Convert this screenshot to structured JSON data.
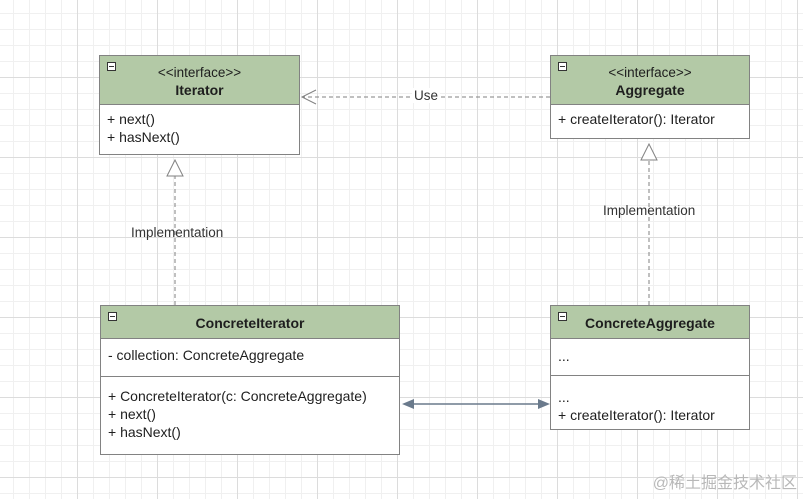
{
  "diagram": {
    "classes": {
      "iterator": {
        "stereotype": "<<interface>>",
        "name": "Iterator",
        "methods": [
          "+ next()",
          "+ hasNext()"
        ]
      },
      "aggregate": {
        "stereotype": "<<interface>>",
        "name": "Aggregate",
        "methods": [
          "+ createIterator(): Iterator"
        ]
      },
      "concrete_iterator": {
        "name": "ConcreteIterator",
        "attributes": [
          "- collection: ConcreteAggregate"
        ],
        "methods": [
          "+ ConcreteIterator(c: ConcreteAggregate)",
          "+ next()",
          "+ hasNext()"
        ]
      },
      "concrete_aggregate": {
        "name": "ConcreteAggregate",
        "attributes": [
          "..."
        ],
        "methods": [
          "...",
          "+ createIterator(): Iterator"
        ]
      }
    },
    "relations": {
      "use_label": "Use",
      "impl_left_label": "Implementation",
      "impl_right_label": "Implementation"
    },
    "colors": {
      "header_fill": "#b3c9a6",
      "border": "#828282",
      "dashed_line": "#828282",
      "association_line": "#6a7a8c"
    }
  },
  "watermark": "@稀土掘金技术社区"
}
